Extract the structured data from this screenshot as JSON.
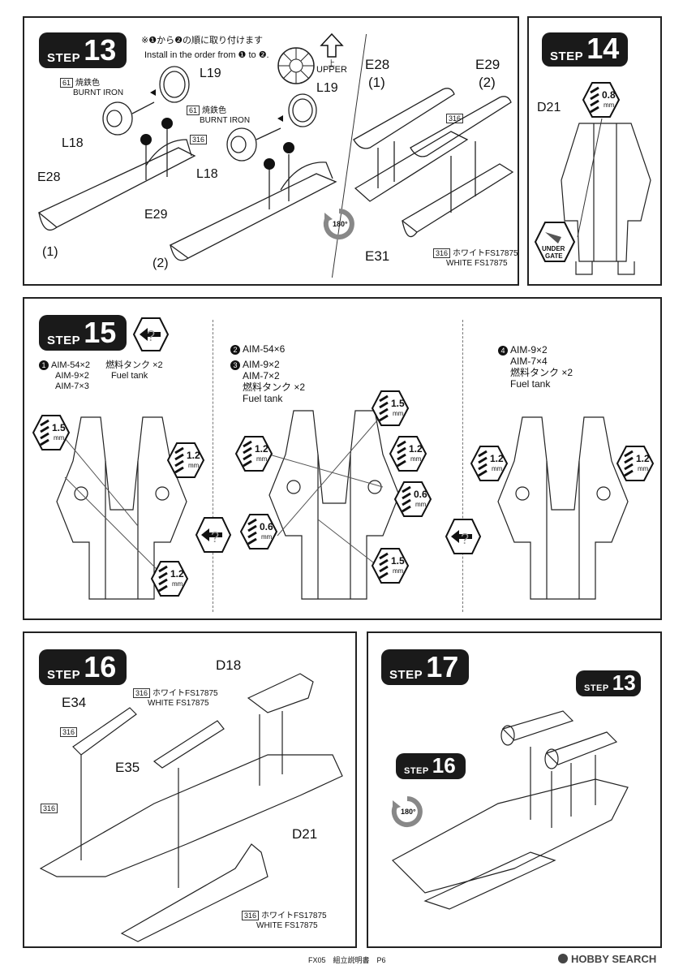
{
  "steps": {
    "s13": {
      "word": "STEP",
      "num": "13",
      "note_jp": "※❶から❷の順に取り付けます",
      "note_en": "Install in the order from ❶ to ❷.",
      "upper_jp": "上",
      "upper_en": "UPPER",
      "paint_code": "61",
      "paint_jp": "焼鉄色",
      "paint_en": "BURNT IRON",
      "paint2_code": "316",
      "parts": [
        "L19",
        "L18",
        "L19",
        "L18",
        "E28",
        "E29",
        "(1)",
        "(2)"
      ],
      "order_marks": [
        "1",
        "2"
      ]
    },
    "s13b": {
      "parts": [
        "E28",
        "(1)",
        "E29",
        "(2)",
        "E31"
      ],
      "rotate": "180°",
      "paint_code": "316",
      "paint_jp": "ホワイトFS17875",
      "paint_en": "WHITE FS17875"
    },
    "s14": {
      "word": "STEP",
      "num": "14",
      "part": "D21",
      "drill": "0.8",
      "unit": "mm",
      "gate_1": "UNDER",
      "gate_2": "GATE"
    },
    "s15": {
      "word": "STEP",
      "num": "15",
      "opt1": [
        "AIM-54×2",
        "AIM-9×2",
        "AIM-7×3"
      ],
      "opt1_tank_jp": "燃料タンク ×2",
      "opt1_tank_en": "Fuel tank",
      "opt2": [
        "AIM-54×6"
      ],
      "opt3": [
        "AIM-9×2",
        "AIM-7×2",
        "燃料タンク ×2",
        "Fuel tank"
      ],
      "opt4": [
        "AIM-9×2",
        "AIM-7×4",
        "燃料タンク ×2",
        "Fuel tank"
      ],
      "marks": [
        "1",
        "2",
        "3",
        "4"
      ],
      "drills": {
        "a1": "1.5",
        "a2": "1.2",
        "a3": "1.2",
        "b1": "1.5",
        "b2": "1.2",
        "b3": "1.2",
        "b4": "0.6",
        "b5": "0.6",
        "b6": "1.5",
        "c1": "1.2",
        "c2": "1.2"
      },
      "unit": "mm"
    },
    "s16": {
      "word": "STEP",
      "num": "16",
      "parts": [
        "D18",
        "E34",
        "E35",
        "D21"
      ],
      "paint_code": "316",
      "paint_jp": "ホワイトFS17875",
      "paint_en": "WHITE FS17875"
    },
    "s17": {
      "word": "STEP",
      "num": "17",
      "ref1_word": "STEP",
      "ref1_num": "13",
      "ref2_word": "STEP",
      "ref2_num": "16",
      "rotate": "180°"
    }
  },
  "footer": {
    "page": "FX05　組立説明書　P6",
    "brand": "HOBBY SEARCH"
  }
}
